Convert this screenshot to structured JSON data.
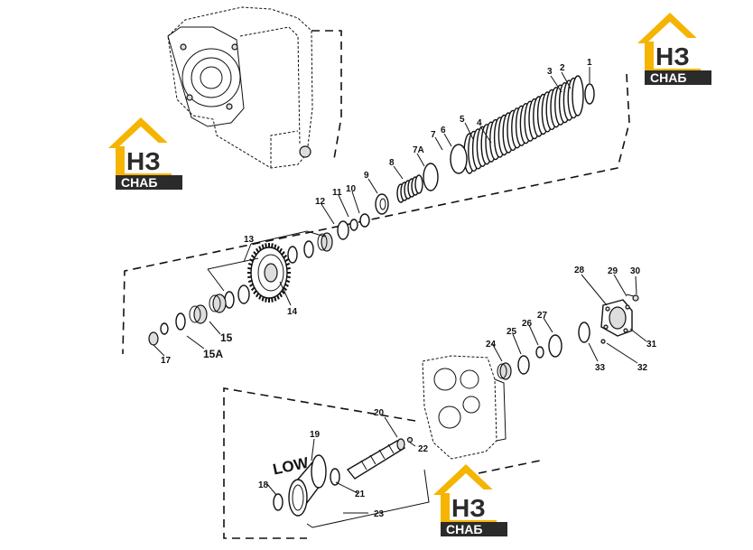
{
  "logos": [
    {
      "mark": "НЗ",
      "text": "СНАБ",
      "accent": "#f5b400",
      "dark": "#2b2b2b"
    },
    {
      "mark": "НЗ",
      "text": "СНАБ",
      "accent": "#f5b400",
      "dark": "#2b2b2b"
    },
    {
      "mark": "НЗ",
      "text": "СНАБ",
      "accent": "#f5b400",
      "dark": "#2b2b2b"
    }
  ],
  "label_low": "LOW",
  "callouts": [
    "1",
    "2",
    "3",
    "4",
    "5",
    "6",
    "7",
    "7A",
    "8",
    "9",
    "10",
    "11",
    "12",
    "13",
    "14",
    "15",
    "15A",
    "17",
    "18",
    "19",
    "20",
    "21",
    "22",
    "23",
    "24",
    "25",
    "26",
    "27",
    "28",
    "29",
    "30",
    "31",
    "32",
    "33"
  ]
}
